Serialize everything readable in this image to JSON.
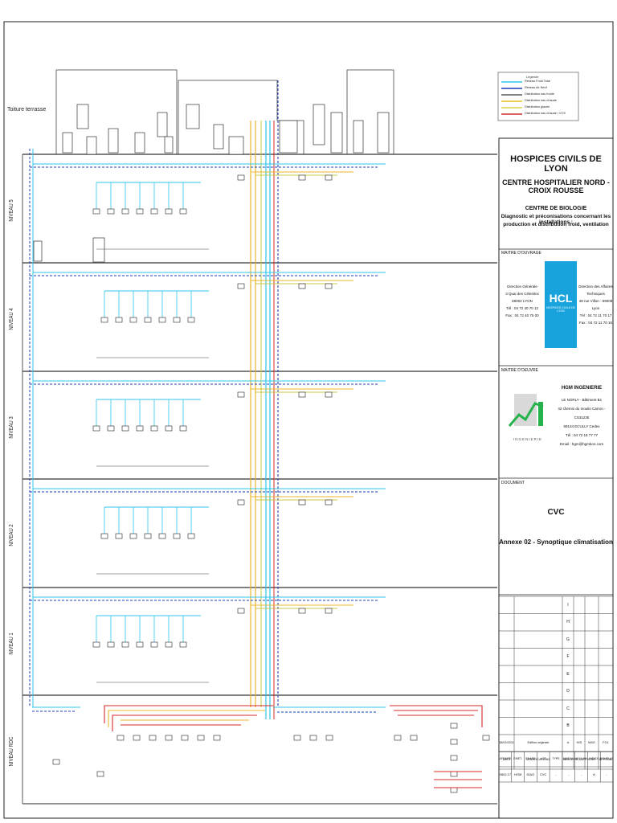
{
  "roof_label": "Toiture terrasse",
  "levels": [
    "NIVEAU 5",
    "NIVEAU 4",
    "NIVEAU 3",
    "NIVEAU 2",
    "NIVEAU 1",
    "NIVEAU RDC"
  ],
  "legend": {
    "title": "Légende",
    "items": [
      {
        "label": "Réseau Froid Total",
        "color": "#2fc6e8"
      },
      {
        "label": "Réseau Air Neuf",
        "color": "#1f3fb8"
      },
      {
        "label": "Distribution eau froide",
        "color": "#5a5a5a"
      },
      {
        "label": "Distribution eau chaude",
        "color": "#e8c020"
      },
      {
        "label": "Distribution glacée",
        "color": "#d9d24a"
      },
      {
        "label": "Distribution eau chaude / VCS",
        "color": "#d42a2a"
      }
    ]
  },
  "colors": {
    "cold": "#2fc6e8",
    "air": "#1f3fb8",
    "hot": "#e8b82a",
    "glycol": "#c8c84a",
    "red": "#d42a2a",
    "grey": "#7a7a7a"
  },
  "title_block": {
    "client": "HOSPICES CIVILS DE LYON",
    "site": "CENTRE HOSPITALIER NORD - CROIX ROUSSE",
    "building": "CENTRE DE BIOLOGIE",
    "subject_1": "Diagnostic et préconisations concernant les installations :",
    "subject_2": "production et distribution froid, ventilation",
    "owner_heading": "MAITRE D'OUVRAGE",
    "owner_left": [
      "Direction Générale",
      "3 Quai des Célestins",
      "69002 LYON",
      "Tél : 04 72 40 70 12",
      "Fax : 04 72 40 75 00"
    ],
    "hcl_logo": "HCL",
    "hcl_sub": "HOSPICES CIVILS DE LYON",
    "owner_right": [
      "Direction des Affaires",
      "Techniques",
      "48 rue Villon - 69008 Lyon",
      "Tél : 04 72 11 70 17",
      "Fax : 04 72 11 70 15"
    ],
    "moe_heading": "MAITRE D'OEUVRE",
    "moe_name": "HGM INGENIERIE",
    "moe_lines": [
      "LE NORLY - Bâtiment B1",
      "42 chemin du moulin Carron - CS31235",
      "69134 ECULLY Cedex",
      "Tél : 04 72 18 77 77",
      "Email : hgm@hgmbon.com"
    ],
    "moe_logo_text": "INGENIERIE",
    "doc_heading": "DOCUMENT",
    "doc_lot": "CVC",
    "doc_title": "Annexe 02 - Synoptique climatisation",
    "revisions": [
      "I",
      "H",
      "G",
      "F",
      "E",
      "D",
      "C",
      "B"
    ],
    "rev_a": {
      "date": "18/02/2011",
      "text": "Edition originale",
      "ind": "A",
      "redact": "HGI",
      "verif": "MAG",
      "appro": "FOL"
    },
    "rev_header": [
      "DATE",
      "MODIFICATIONS",
      "INDICE",
      "REDACT.",
      "VERIF.",
      "APPROB."
    ],
    "info_header": [
      "AFFAIRE",
      "EMET.",
      "PHASE",
      "LOT",
      "TYPE",
      "NIVEAU",
      "N° PLAN",
      "INDICE",
      "ECHELLE"
    ],
    "info_values": [
      "0802.17",
      "HGM",
      "DIAG",
      "CVC",
      "-",
      "-",
      "-",
      "A",
      "-"
    ]
  }
}
